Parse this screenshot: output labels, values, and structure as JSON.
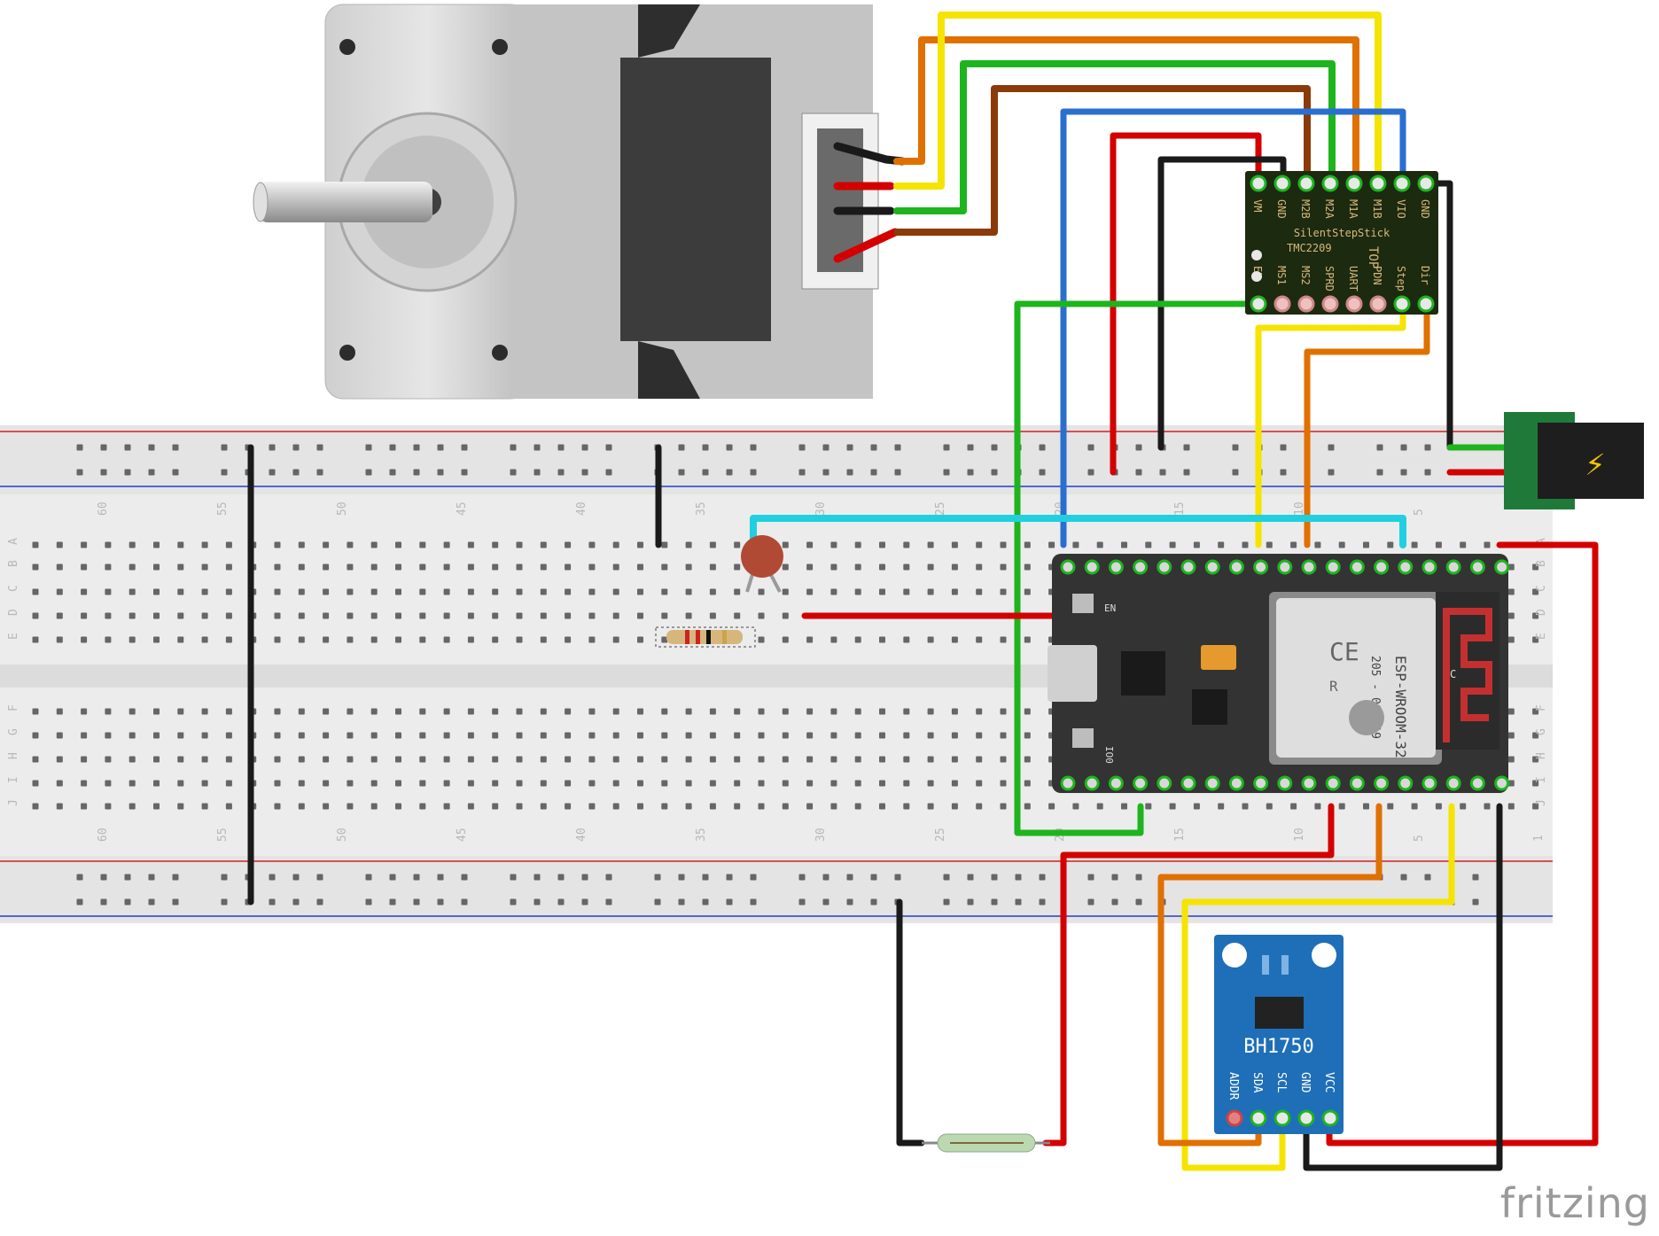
{
  "breadboard": {
    "column_labels_top": [
      "60",
      "55",
      "50",
      "45",
      "40",
      "35",
      "30",
      "25",
      "20",
      "15",
      "10",
      "5"
    ],
    "column_labels_bottom": [
      "60",
      "55",
      "50",
      "45",
      "40",
      "35",
      "30",
      "25",
      "20",
      "15",
      "10",
      "5",
      "1"
    ],
    "row_labels_upper": [
      "A",
      "B",
      "C",
      "D",
      "E"
    ],
    "row_labels_lower": [
      "F",
      "G",
      "H",
      "I",
      "J"
    ]
  },
  "driver": {
    "top_pins": [
      "VM",
      "GND",
      "M2B",
      "M2A",
      "M1A",
      "M1B",
      "VIO",
      "GND"
    ],
    "line1": "SilentStepStick",
    "line2": "TMC2209",
    "line3": "TOP",
    "bottom_pins": [
      "EN",
      "MS1",
      "MS2",
      "SPRD",
      "UART",
      "PDN",
      "Step",
      "Dir"
    ]
  },
  "esp32": {
    "module_name": "ESP-WROOM-32",
    "model_line": "205 - 000519",
    "ce_text": "CE",
    "r_mark": "R",
    "small_label_1": "EN",
    "small_label_2": "IO0",
    "c_mark": "C"
  },
  "sensor": {
    "name": "BH1750",
    "pins": [
      "ADDR",
      "SDA",
      "SCL",
      "GND",
      "VCC"
    ]
  },
  "power_jack": {
    "symbol": "⚡"
  },
  "brand": "fritzing",
  "colors": {
    "red": "#d40000",
    "black": "#1a1a1a",
    "yellow": "#f5e400",
    "orange": "#e07000",
    "green": "#1eb41e",
    "brown": "#8b3a0a",
    "blue": "#2a6fd0",
    "cyan": "#20d0e0",
    "pcb_dark": "#333333",
    "pcb_green": "#1c2a10",
    "sensor_blue": "#1e6fb8"
  }
}
